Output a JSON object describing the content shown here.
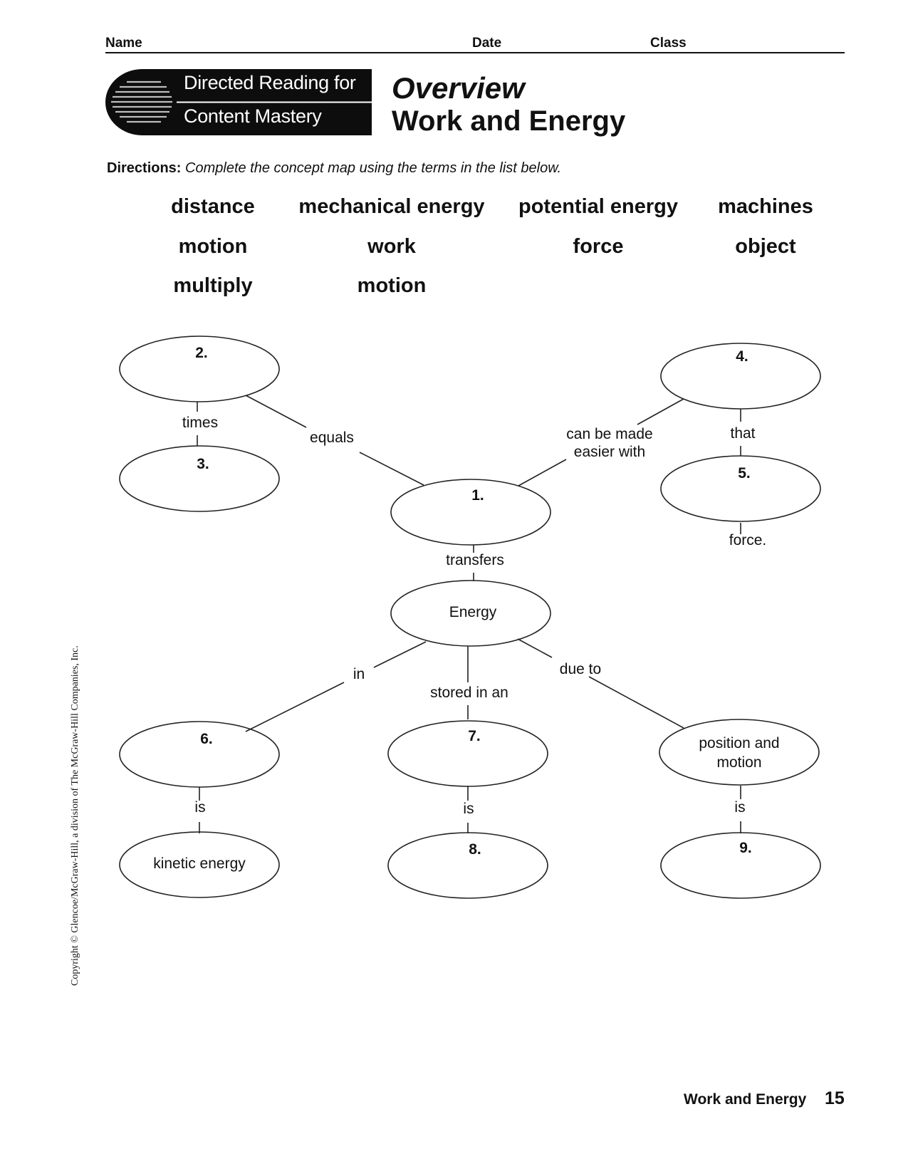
{
  "header": {
    "name_label": "Name",
    "date_label": "Date",
    "class_label": "Class"
  },
  "logo": {
    "line1": "Directed Reading for",
    "line2": "Content Mastery"
  },
  "title": {
    "overview": "Overview",
    "main": "Work and Energy"
  },
  "directions": {
    "label": "Directions:",
    "text": "Complete the concept map using the terms in the list below."
  },
  "terms": [
    "distance",
    "mechanical energy",
    "potential energy",
    "machines",
    "motion",
    "work",
    "force",
    "object",
    "multiply",
    "motion"
  ],
  "concept_map": {
    "nodes": {
      "n1": "1.",
      "n2": "2.",
      "n3": "3.",
      "n4": "4.",
      "n5": "5.",
      "n6": "6.",
      "n7": "7.",
      "n8": "8.",
      "n9": "9.",
      "energy": "Energy",
      "position_line1": "position and",
      "position_line2": "motion",
      "kinetic": "kinetic energy"
    },
    "links": {
      "times": "times",
      "equals": "equals",
      "can_be_made_line1": "can be made",
      "can_be_made_line2": "easier with",
      "that": "that",
      "force": "force.",
      "transfers": "transfers",
      "in": "in",
      "stored_in_an": "stored in an",
      "due_to": "due to",
      "is_left": "is",
      "is_center": "is",
      "is_right": "is"
    }
  },
  "footer": {
    "title": "Work and Energy",
    "page": "15"
  },
  "copyright": "Copyright © Glencoe/McGraw-Hill, a division of The McGraw-Hill Companies, Inc."
}
